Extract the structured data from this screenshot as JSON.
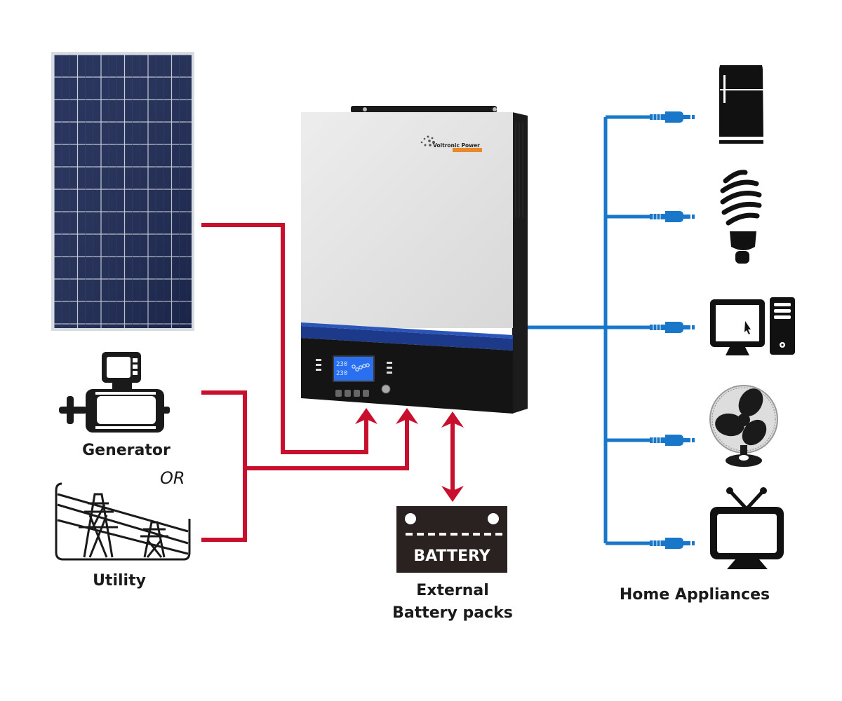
{
  "diagram": {
    "title": "Off-grid solar inverter system diagram",
    "inverter": {
      "brand": "Voltronic Power",
      "lcd": {
        "line1": "230",
        "line2": "230"
      }
    },
    "sources": [
      {
        "id": "solar-panel",
        "label": ""
      },
      {
        "id": "generator",
        "label": "Generator"
      },
      {
        "id": "utility",
        "label": "Utility"
      }
    ],
    "or_label": "OR",
    "battery": {
      "icon_text": "BATTERY",
      "label_line1": "External",
      "label_line2": "Battery packs"
    },
    "appliances": {
      "label": "Home Appliances",
      "items": [
        "refrigerator",
        "light-bulb",
        "computer",
        "fan",
        "television"
      ]
    },
    "colors": {
      "input_line": "#c8102e",
      "output_line": "#1877c9",
      "inverter_blue_band": "#1d3a8a",
      "lcd_blue": "#2a6ff0",
      "brand_orange": "#e8892a",
      "icon_black": "#1a1a1a"
    }
  }
}
